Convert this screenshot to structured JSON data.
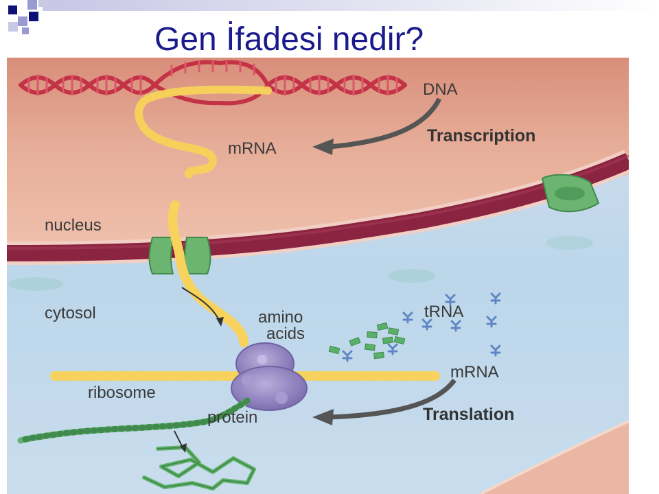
{
  "slide": {
    "title": "Gen İfadesi nedir?"
  },
  "figure": {
    "labels": {
      "dna": "DNA",
      "mrna_top": "mRNA",
      "transcription": "Transcription",
      "nucleus": "nucleus",
      "cytosol": "cytosol",
      "amino_line1": "amino",
      "amino_line2": "acids",
      "trna": "tRNA",
      "mrna_bottom": "mRNA",
      "ribosome": "ribosome",
      "protein": "protein",
      "translation": "Translation"
    },
    "colors": {
      "nucleoplasm": "#e3ab96",
      "cytosol": "#c4dcec",
      "envelope": "#8a2440",
      "pore": "#6bb571",
      "dna": "#c33245",
      "mrna": "#f2c13c",
      "ribosome": "#9486c2",
      "protein": "#62b46c",
      "trna": "#5f86c4",
      "arrow": "#555555"
    }
  }
}
